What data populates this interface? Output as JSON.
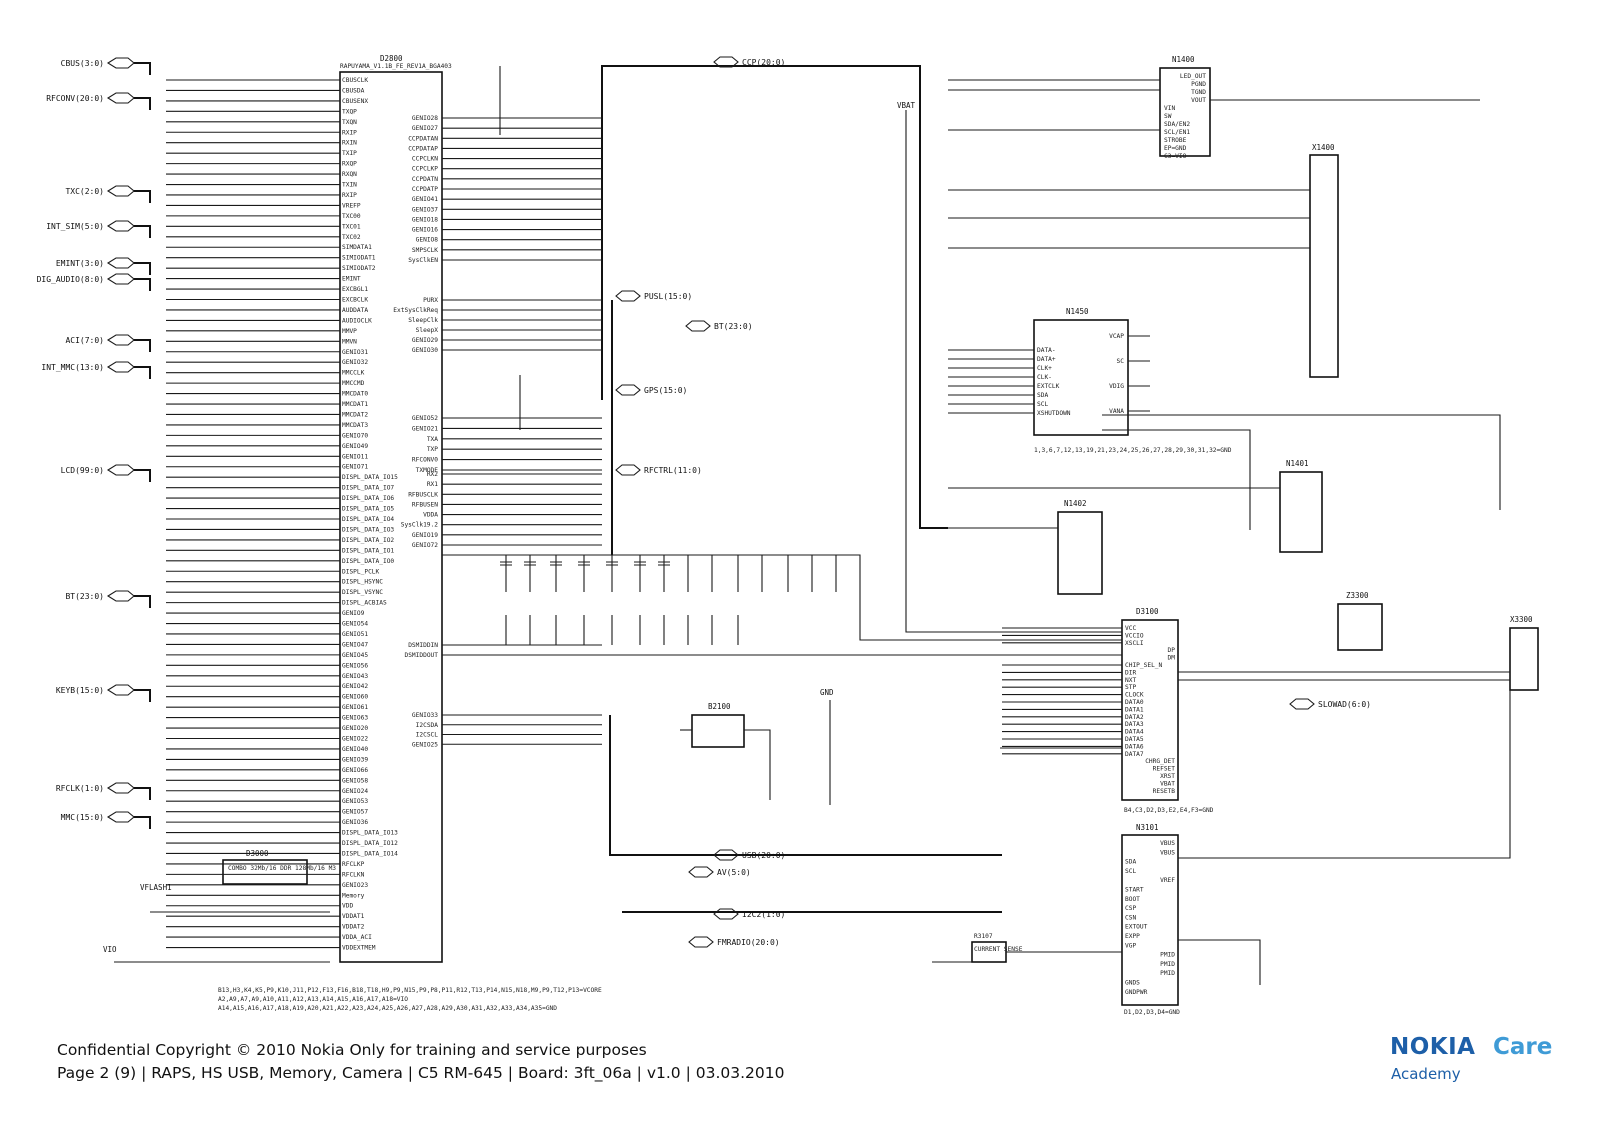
{
  "footer": {
    "line1": "Confidential Copyright © 2010 Nokia Only for training and service purposes",
    "line2": "Page 2 (9)  |  RAPS, HS USB, Memory, Camera  |  C5 RM-645  |  Board: 3ft_06a  |  v1.0  |  03.03.2010"
  },
  "logo": {
    "brand": "NOKIA",
    "care": "Care",
    "academy": "Academy"
  },
  "buses_left": [
    "CBUS(3:0)",
    "RFCONV(20:0)",
    "TXC(2:0)",
    "INT_SIM(5:0)",
    "EMINT(3:0)",
    "DIG_AUDIO(8:0)",
    "ACI(7:0)",
    "INT_MMC(13:0)",
    "LCD(99:0)",
    "BT(23:0)",
    "KEYB(15:0)",
    "RFCLK(1:0)",
    "MMC(15:0)"
  ],
  "buses_right": [
    "CCP(20:0)",
    "PUSL(15:0)",
    "BT(23:0)",
    "GPS(15:0)",
    "RFCTRL(11:0)",
    "USB(20:0)",
    "AV(5:0)",
    "I2C2(1:0)",
    "FMRADIO(20:0)",
    "SLOWAD(6:0)"
  ],
  "components": {
    "d2800": {
      "ref": "D2800",
      "part": "RAPUYAMA_V1.1B_FE_REV1A_BGA403"
    },
    "n1400": {
      "ref": "N1400"
    },
    "n1450": {
      "ref": "N1450"
    },
    "n1401": {
      "ref": "N1401"
    },
    "n1402": {
      "ref": "N1402"
    },
    "x1400": {
      "ref": "X1400"
    },
    "d3100": {
      "ref": "D3100"
    },
    "n3101": {
      "ref": "N3101"
    },
    "z3300": {
      "ref": "Z3300"
    },
    "x3300": {
      "ref": "X3300"
    },
    "b2100": {
      "ref": "B2100"
    },
    "d3000": {
      "ref": "D3000",
      "part": "COMBO 32Mb/16 DDR 128Mb/16 M3"
    },
    "r3107": {
      "ref": "R3107",
      "label": "CURRENT SENSE"
    }
  },
  "nets": {
    "vbat": "VBAT",
    "vio": "VIO",
    "vflash": "VFLASH1",
    "gnd": "GND"
  },
  "d2800_pins_left": [
    "CBUSCLK",
    "CBUSDA",
    "CBUSENX",
    "TXQP",
    "TXQN",
    "RXIP",
    "RXIN",
    "TXIP",
    "RXQP",
    "RXQN",
    "TXIN",
    "RXIP",
    "VREFP",
    "TXC00",
    "TXC01",
    "TXC02",
    "SIMDATA1",
    "SIMIODAT1",
    "SIMIODAT2",
    "EMINT",
    "EXCBGL1",
    "EXCBCLK",
    "AUDDATA",
    "AUDIOCLK",
    "MMVP",
    "MMVN",
    "GENIO31",
    "GENIO32",
    "MMCCLK",
    "MMCCMD",
    "MMCDAT0",
    "MMCDAT1",
    "MMCDAT2",
    "MMCDAT3",
    "GENIO70",
    "GENIO49",
    "GENIO11",
    "GENIO71",
    "DISPL_DATA_IO15",
    "DISPL_DATA_IO7",
    "DISPL_DATA_IO6",
    "DISPL_DATA_IO5",
    "DISPL_DATA_IO4",
    "DISPL_DATA_IO3",
    "DISPL_DATA_IO2",
    "DISPL_DATA_IO1",
    "DISPL_DATA_IO0",
    "DISPL_PCLK",
    "DISPL_HSYNC",
    "DISPL_VSYNC",
    "DISPL_ACBIAS",
    "GENIO9",
    "GENIO54",
    "GENIO51",
    "GENIO47",
    "GENIO45",
    "GENIO56",
    "GENIO43",
    "GENIO42",
    "GENIO60",
    "GENIO61",
    "GENIO63",
    "GENIO20",
    "GENIO22",
    "GENIO40",
    "GENIO39",
    "GENIO66",
    "GENIO58",
    "GENIO24",
    "GENIO53",
    "GENIO57",
    "GENIO36",
    "DISPL_DATA_IO13",
    "DISPL_DATA_IO12",
    "DISPL_DATA_IO14",
    "RFCLKP",
    "RFCLKN",
    "GENIO23",
    "Memory",
    "VDD",
    "VDDAT1",
    "VDDAT2",
    "VDDA_ACI",
    "VDDEXTMEM"
  ],
  "d2800_pins_right": [
    "GENIO28",
    "GENIO27",
    "CCPDATAN",
    "CCPDATAP",
    "CCPCLKN",
    "CCPCLKP",
    "CCPDATN",
    "CCPDATP",
    "GENIO41",
    "GENIO37",
    "GENIO18",
    "GENIO16",
    "GENIO8",
    "SMPSCLK",
    "SysClkEN",
    "PURX",
    "ExtSysClkReq",
    "SleepClk",
    "SleepX",
    "GENIO29",
    "GENIO30",
    "GENIO52",
    "GENIO21",
    "TXA",
    "TXP",
    "RFCONV0",
    "TXMODE",
    "RX2",
    "RX1",
    "RFBUSCLK",
    "RFBUSEN",
    "VDDA",
    "SysClk19.2",
    "GENIO19",
    "GENIO72",
    "DSMIDDIN",
    "DSMIDDOUT",
    "GENIO33",
    "I2CSDA",
    "I2CSCL",
    "GENIO25"
  ],
  "n1400_pins": [
    "LED_OUT",
    "PGND",
    "TGND",
    "VOUT",
    "VIN",
    "SW",
    "SDA/EN2",
    "SCL/EN1",
    "STROBE",
    "EP=GND",
    "C3=VIO"
  ],
  "n1450_pins": [
    "DATA-",
    "DATA+",
    "CLK+",
    "CLK-",
    "EXTCLK",
    "SDA",
    "SCL",
    "XSHUTDOWN",
    "VCAP",
    "SC",
    "VDIG",
    "VANA"
  ],
  "d3100_pins": [
    "VCC",
    "VCCIO",
    "XSCLI",
    "DP",
    "DM",
    "CHIP_SEL_N",
    "DIR",
    "NXT",
    "STP",
    "CLOCK",
    "DATA0",
    "DATA1",
    "DATA2",
    "DATA3",
    "DATA4",
    "DATA5",
    "DATA6",
    "DATA7",
    "CHRG_DET",
    "REFSET",
    "XRST",
    "VBAT",
    "RESETB"
  ],
  "n3101_pins": [
    "VBUS",
    "VBUS",
    "SDA",
    "SCL",
    "VREF",
    "START",
    "BOOT",
    "CSP",
    "CSN",
    "EXTOUT",
    "EXPP",
    "VGP",
    "PMID",
    "PMID",
    "PMID",
    "GNDS",
    "GNDPWR"
  ],
  "note_blocks": [
    "B13,H3,K4,K5,P9,K10,J11,P12,F13,F16,B18,T18,H9,P9,N15,P9,P8,P11,R12,T13,P14,N15,N18,M9,P9,T12,P13=VCORE",
    "A2,A9,A7,A9,A10,A11,A12,A13,A14,A15,A16,A17,A18=VIO",
    "A14,A15,A16,A17,A18,A19,A20,A21,A22,A23,A24,A25,A26,A27,A28,A29,A30,A31,A32,A33,A34,A35=GND",
    "B4,C3,D2,D3,E2,E4,F3=GND",
    "D1,D2,D3,D4=GND",
    "1,3,6,7,12,13,19,21,23,24,25,26,27,28,29,30,31,32=GND"
  ]
}
